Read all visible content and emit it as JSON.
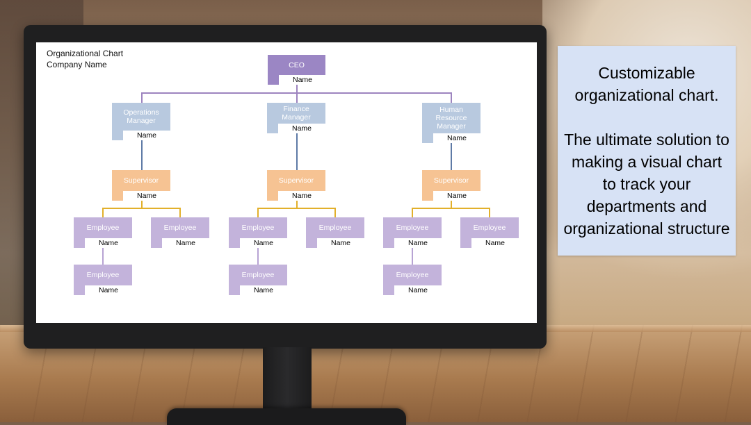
{
  "chart": {
    "title": "Organizational Chart",
    "company": "Company Name",
    "ceo": {
      "role": "CEO",
      "name": "Name"
    },
    "managers": [
      {
        "role": "Operations Manager",
        "name": "Name"
      },
      {
        "role": "Finance Manager",
        "name": "Name"
      },
      {
        "role": "Human Resource Manager",
        "name": "Name"
      }
    ],
    "supervisor_label": "Supervisor",
    "employee_label": "Employee",
    "name_label": "Name"
  },
  "caption": {
    "line1": "Customizable organizational chart.",
    "line2": "The ultimate solution to making a visual chart to track your departments and organizational structure"
  },
  "colors": {
    "ceo": "#9b86c4",
    "manager": "#b8c9df",
    "supervisor": "#f6c393",
    "employee": "#c3b3db",
    "caption_bg": "#d7e2f5"
  }
}
